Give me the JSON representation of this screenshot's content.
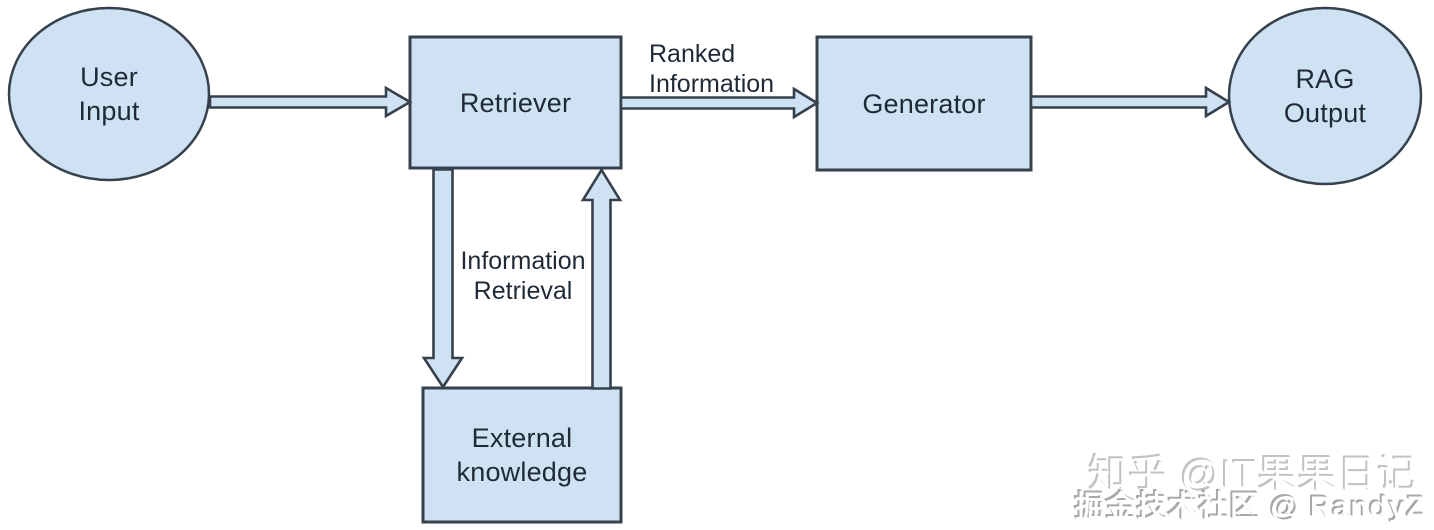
{
  "colors": {
    "background": "#ffffff",
    "shape_fill": "#cfe2f3",
    "shape_stroke": "#36414d",
    "text": "#1f2a36",
    "watermark_gray": "#b9b9b9"
  },
  "nodes": {
    "user_input": {
      "line1": "User",
      "line2": "Input",
      "shape": "ellipse"
    },
    "retriever": {
      "label": "Retriever",
      "shape": "rect"
    },
    "generator": {
      "label": "Generator",
      "shape": "rect"
    },
    "rag_output": {
      "line1": "RAG",
      "line2": "Output",
      "shape": "ellipse"
    },
    "external_knowledge": {
      "line1": "External",
      "line2": "knowledge",
      "shape": "rect"
    }
  },
  "edge_labels": {
    "ranked_information": {
      "line1": "Ranked",
      "line2": "Information"
    },
    "information_retrieval": {
      "line1": "Information",
      "line2": "Retrieval"
    }
  },
  "flow": [
    {
      "from": "User Input",
      "to": "Retriever",
      "label": ""
    },
    {
      "from": "Retriever",
      "to": "Generator",
      "label": "Ranked Information"
    },
    {
      "from": "Generator",
      "to": "RAG Output",
      "label": ""
    },
    {
      "from": "Retriever",
      "to": "External knowledge",
      "label": "Information Retrieval"
    },
    {
      "from": "External knowledge",
      "to": "Retriever",
      "label": "Information Retrieval"
    }
  ],
  "watermarks": {
    "zhihu": "知乎 @IT果果日记",
    "juejin": "掘金技术社区 @ RandyZ"
  }
}
